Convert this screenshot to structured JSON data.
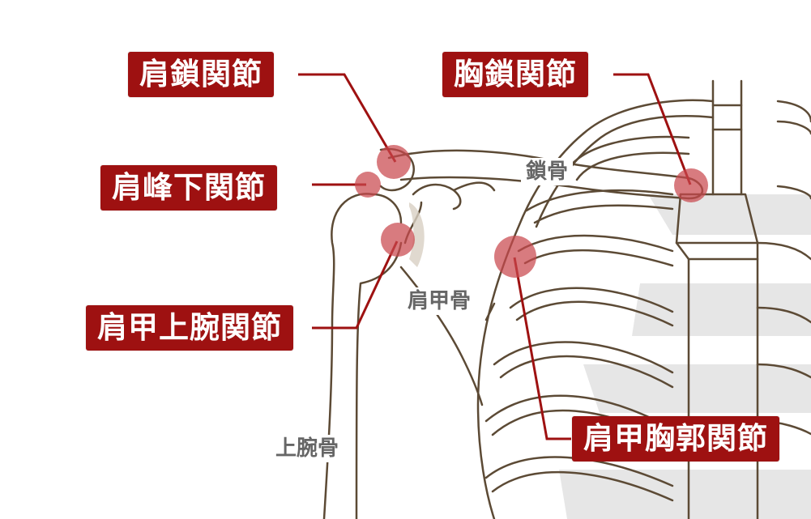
{
  "joints": {
    "acromioclavicular": "肩鎖関節",
    "sternoclavicular": "胸鎖関節",
    "subacromial": "肩峰下関節",
    "glenohumeral": "肩甲上腕関節",
    "scapulothoracic": "肩甲胸郭関節"
  },
  "bones": {
    "clavicle": "鎖骨",
    "scapula": "肩甲骨",
    "humerus": "上腕骨"
  },
  "colors": {
    "label_bg": "#9e1111",
    "label_text": "#ffffff",
    "joint_marker": "#c9484e",
    "bone_outline": "#5c4a35",
    "rib_shadow": "#e6e6e6",
    "bone_label_text": "#666666"
  }
}
